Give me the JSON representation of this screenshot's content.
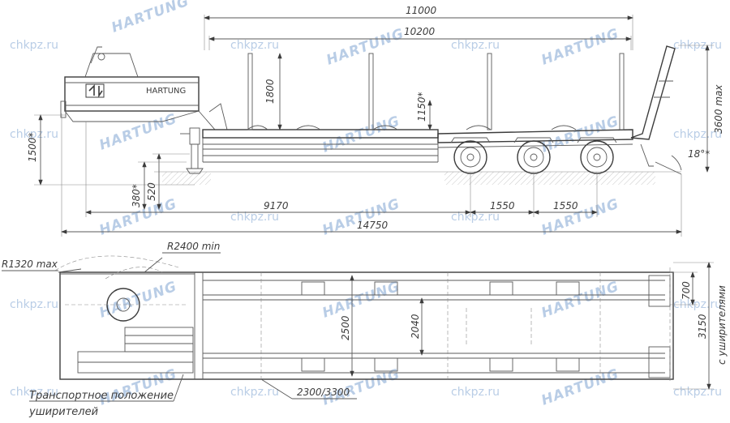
{
  "brand": {
    "name": "HARTUNG"
  },
  "watermark": {
    "site": "chkpz.ru",
    "brand": "HARTUNG"
  },
  "side_view": {
    "overall_deck": "11000",
    "loading_deck": "10200",
    "stake_height": "1800",
    "deck_height": "1150*",
    "ramp_height": "3600 max",
    "ramp_angle": "18°*",
    "gooseneck_height": "1500*",
    "leg_height_a": "380*",
    "leg_height_b": "520",
    "kingpin_to_axle": "9170",
    "axle_spacing_1": "1550",
    "axle_spacing_2": "1550",
    "overall_length": "14750"
  },
  "top_view": {
    "turn_radius_front": "R1320 max",
    "turn_radius_min": "R2400 min",
    "width_inner": "2500",
    "width_track": "2040",
    "width_ext": "3150",
    "width_ext_note": "с уширителями",
    "ramp_gap": "700",
    "ramp_spacing": "2300/3300",
    "transport_note_line1": "Транспортное положение",
    "transport_note_line2": "уширителей"
  }
}
